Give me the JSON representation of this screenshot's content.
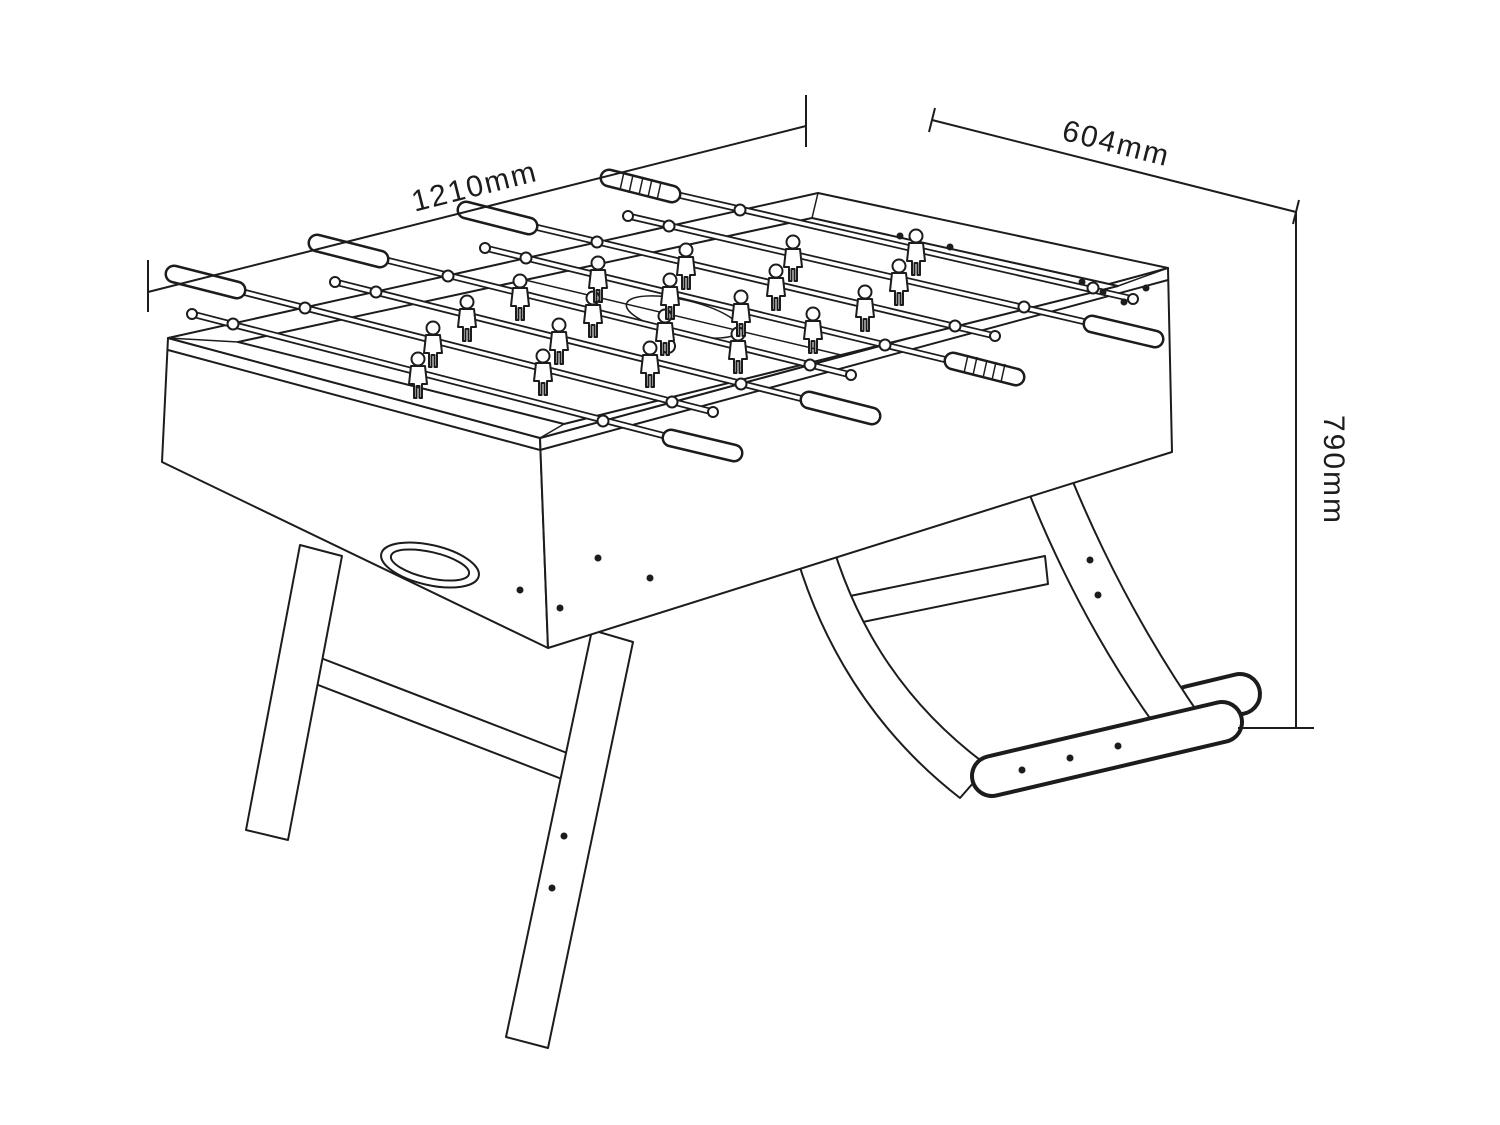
{
  "diagram": {
    "subject": "foosball-table-line-drawing",
    "stroke_color": "#1c1c1c",
    "background_color": "#ffffff",
    "dimensions": {
      "width": {
        "label": "1210mm"
      },
      "depth": {
        "label": "604mm"
      },
      "height": {
        "label": "790mm"
      }
    }
  }
}
